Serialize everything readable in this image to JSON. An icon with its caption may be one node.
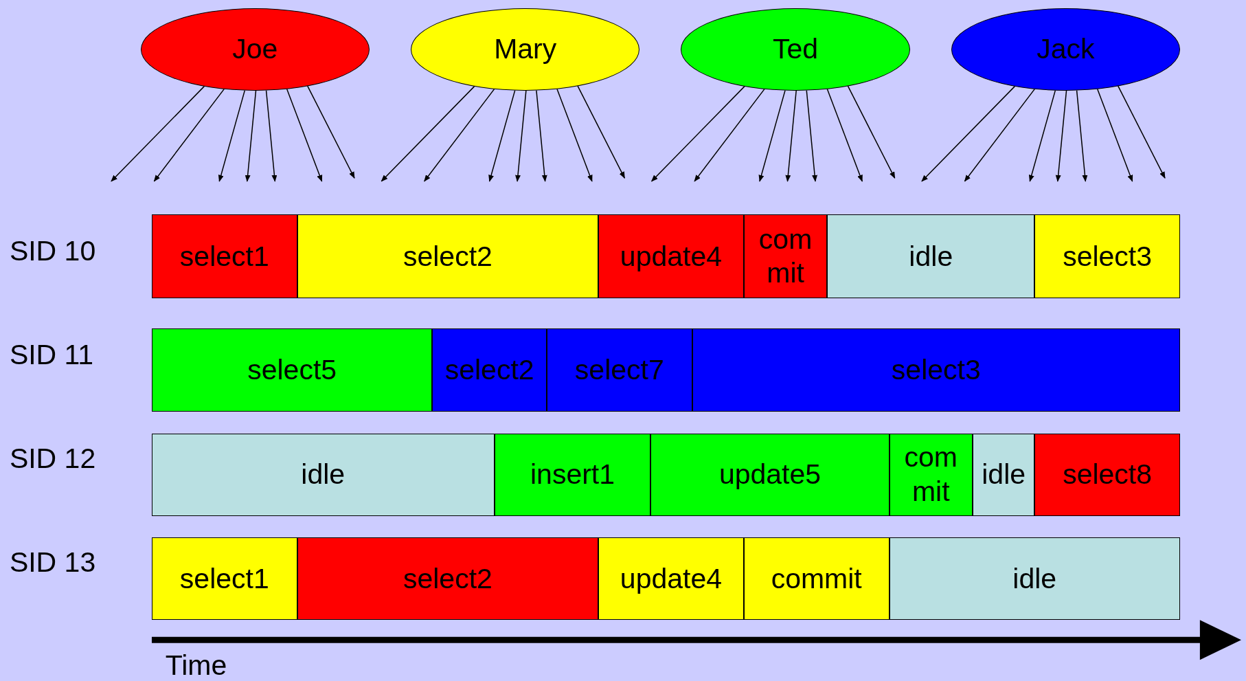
{
  "diagram": {
    "nodes": [
      {
        "text": [
          "Joe"
        ]
      },
      {
        "text": [
          "Mary"
        ]
      },
      {
        "text": [
          "Ted"
        ]
      },
      {
        "text": [
          "Jack"
        ]
      },
      {
        "text": [
          "select1"
        ]
      },
      {
        "text": [
          "select2"
        ]
      },
      {
        "text": [
          "update4"
        ]
      },
      {
        "text": [
          "com mit"
        ]
      },
      {
        "text": [
          "idle"
        ]
      },
      {
        "text": [
          "select3"
        ]
      },
      {
        "text": [
          "select5"
        ]
      },
      {
        "text": [
          "select2"
        ]
      },
      {
        "text": [
          "select7"
        ]
      },
      {
        "text": [
          "select3"
        ]
      },
      {
        "text": [
          "idle"
        ]
      },
      {
        "text": [
          "insert1"
        ]
      },
      {
        "text": [
          "update5"
        ]
      },
      {
        "text": [
          "com mit"
        ]
      },
      {
        "text": [
          "idle"
        ]
      },
      {
        "text": [
          "select8"
        ]
      },
      {
        "text": [
          "select1"
        ]
      },
      {
        "text": [
          "select2"
        ]
      },
      {
        "text": [
          "update4"
        ]
      },
      {
        "text": [
          "commit"
        ]
      },
      {
        "text": [
          "idle"
        ]
      }
    ],
    "edges": [
      {
        "from": 0,
        "to": null,
        "arrow": "to"
      },
      {
        "from": 0,
        "to": null,
        "arrow": "to"
      },
      {
        "from": 0,
        "to": null,
        "arrow": "to"
      },
      {
        "from": 0,
        "to": null,
        "arrow": "to"
      },
      {
        "from": 0,
        "to": null,
        "arrow": "to"
      },
      {
        "from": 0,
        "to": null,
        "arrow": "to"
      },
      {
        "from": 0,
        "to": null,
        "arrow": "to"
      },
      {
        "from": 1,
        "to": null,
        "arrow": "to"
      },
      {
        "from": 1,
        "to": null,
        "arrow": "to"
      },
      {
        "from": 1,
        "to": null,
        "arrow": "to"
      },
      {
        "from": 1,
        "to": null,
        "arrow": "to"
      },
      {
        "from": 1,
        "to": null,
        "arrow": "to"
      },
      {
        "from": 1,
        "to": null,
        "arrow": "to"
      },
      {
        "from": 1,
        "to": null,
        "arrow": "to"
      },
      {
        "from": 2,
        "to": null,
        "arrow": "to"
      },
      {
        "from": 2,
        "to": null,
        "arrow": "to"
      },
      {
        "from": 2,
        "to": null,
        "arrow": "to"
      },
      {
        "from": 2,
        "to": null,
        "arrow": "to"
      },
      {
        "from": 2,
        "to": null,
        "arrow": "to"
      },
      {
        "from": 2,
        "to": null,
        "arrow": "to"
      },
      {
        "from": 2,
        "to": null,
        "arrow": "to"
      },
      {
        "from": 3,
        "to": null,
        "arrow": "to"
      },
      {
        "from": 3,
        "to": null,
        "arrow": "to"
      },
      {
        "from": 3,
        "to": null,
        "arrow": "to"
      },
      {
        "from": 3,
        "to": null,
        "arrow": "to"
      },
      {
        "from": 3,
        "to": null,
        "arrow": "to"
      },
      {
        "from": 3,
        "to": null,
        "arrow": "to"
      },
      {
        "from": 3,
        "to": null,
        "arrow": "to"
      }
    ],
    "labels": [
      "SID 10",
      "SID 11",
      "SID 12",
      "SID 13",
      "Time"
    ]
  }
}
